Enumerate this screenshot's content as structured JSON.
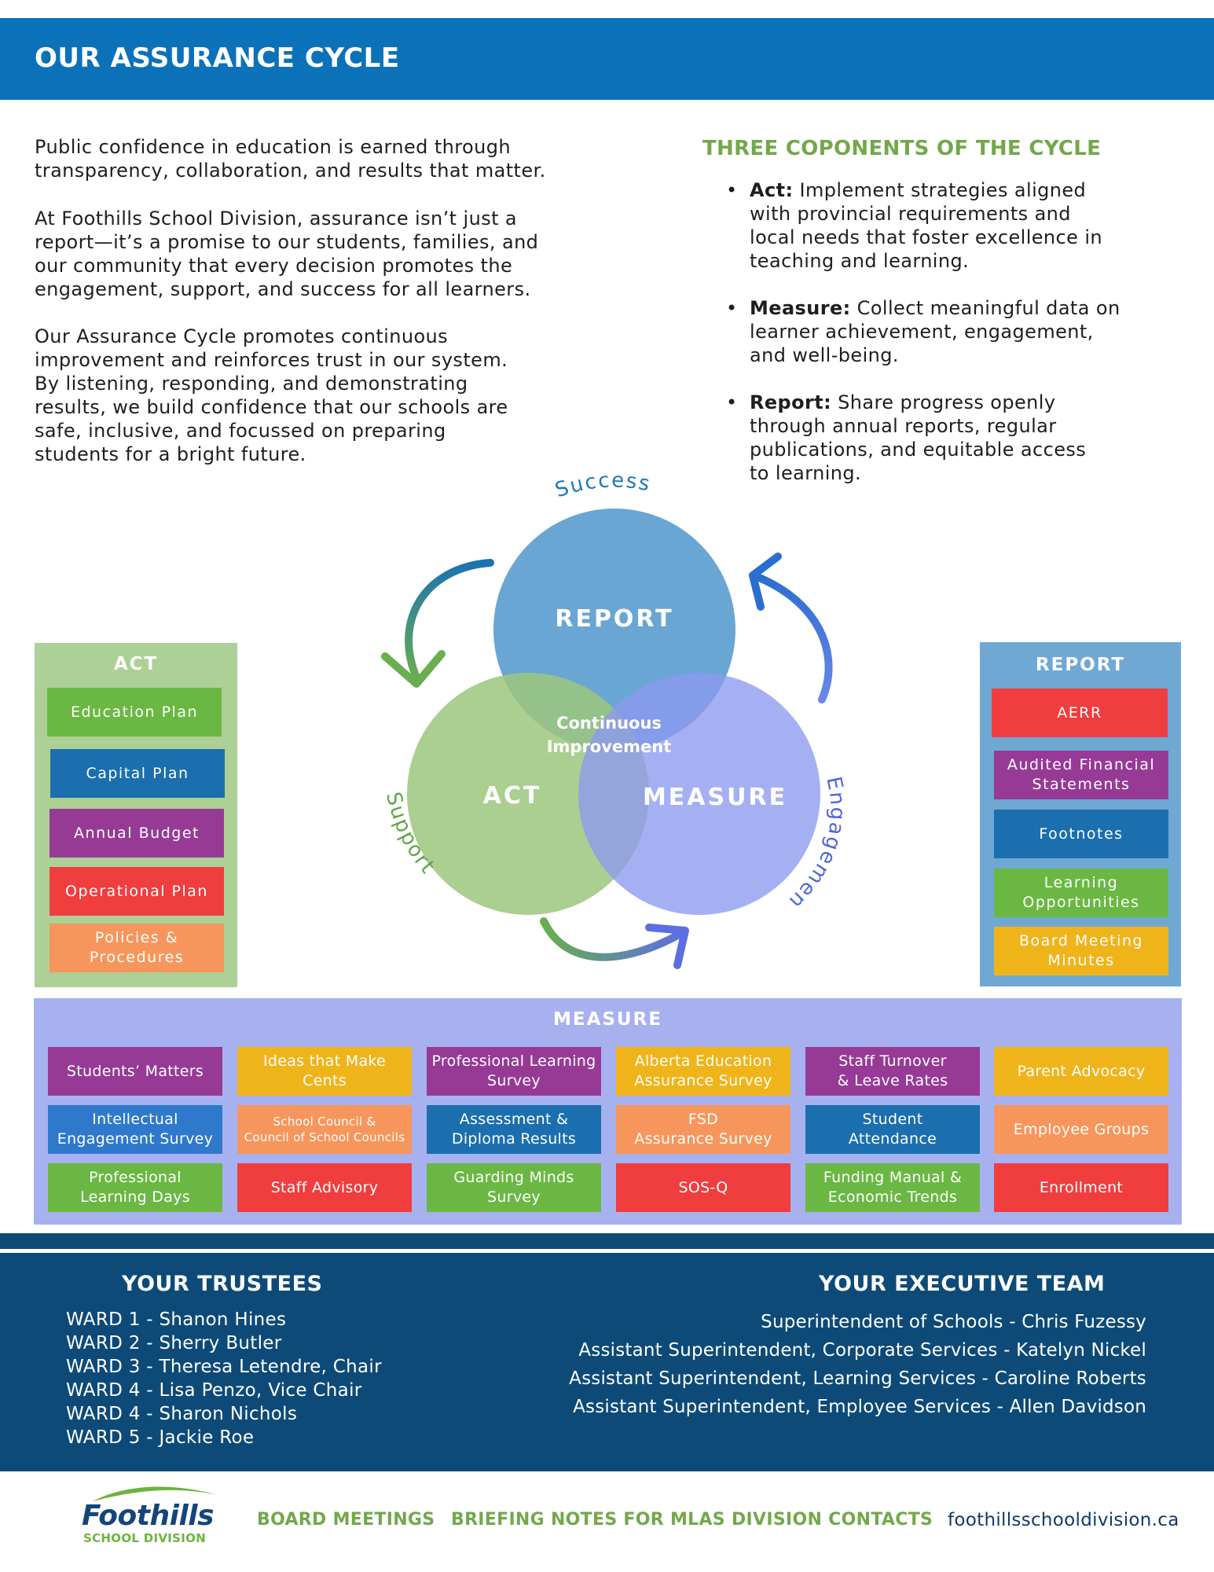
{
  "header": {
    "title": "OUR ASSURANCE CYCLE"
  },
  "intro": {
    "paragraphs": [
      [
        "Public confidence in education is earned through",
        "transparency, collaboration, and results that matter."
      ],
      [
        "At Foothills School Division, assurance isn’t just a",
        "report—it’s a promise to our students, families, and",
        "our community that every decision promotes the",
        "engagement, support, and success for all learners."
      ],
      [
        "Our Assurance Cycle promotes continuous",
        "improvement and reinforces trust in our system.",
        "By listening, responding, and demonstrating",
        "results, we build confidence that our schools are",
        "safe, inclusive, and focussed on preparing",
        "students for a bright future."
      ]
    ]
  },
  "components": {
    "title": "THREE COPONENTS OF THE CYCLE",
    "bullet": "•",
    "items": [
      {
        "term": "Act:",
        "lines": [
          "Implement strategies aligned",
          "with provincial requirements and",
          "local needs that foster excellence in",
          "teaching and learning."
        ]
      },
      {
        "term": "Measure:",
        "lines": [
          "Collect meaningful data on",
          "learner achievement, engagement,",
          "and well-being."
        ]
      },
      {
        "term": "Report:",
        "lines": [
          "Share progress openly",
          "through annual reports, regular",
          "publications, and equitable access",
          "to learning."
        ]
      }
    ]
  },
  "diagram": {
    "success": "Success",
    "support": "Support",
    "engagement": "Engagement",
    "report": "REPORT",
    "act": "ACT",
    "measure": "MEASURE",
    "center_line1": "Continuous",
    "center_line2": "Improvement",
    "colors": {
      "report": "#6aa6d3",
      "act": "#9cc57e",
      "measure": "#8c9af0"
    }
  },
  "act_panel": {
    "title": "ACT",
    "items": [
      {
        "lines": [
          "Education Plan"
        ],
        "color": "green"
      },
      {
        "lines": [
          "Capital Plan"
        ],
        "color": "blue"
      },
      {
        "lines": [
          "Annual Budget"
        ],
        "color": "purple"
      },
      {
        "lines": [
          "Operational Plan"
        ],
        "color": "red"
      },
      {
        "lines": [
          "Policies &",
          "Procedures"
        ],
        "color": "orange"
      }
    ]
  },
  "report_panel": {
    "title": "REPORT",
    "items": [
      {
        "lines": [
          "AERR"
        ],
        "color": "red"
      },
      {
        "lines": [
          "Audited Financial",
          "Statements"
        ],
        "color": "purple"
      },
      {
        "lines": [
          "Footnotes"
        ],
        "color": "blue"
      },
      {
        "lines": [
          "Learning",
          "Opportunities"
        ],
        "color": "green"
      },
      {
        "lines": [
          "Board Meeting",
          "Minutes"
        ],
        "color": "yellow"
      }
    ]
  },
  "measure_panel": {
    "title": "MEASURE",
    "columns": [
      [
        {
          "lines": [
            "Students’ Matters"
          ],
          "color": "purple"
        },
        {
          "lines": [
            "Intellectual",
            "Engagement Survey"
          ],
          "color": "lblue"
        },
        {
          "lines": [
            "Professional",
            "Learning Days"
          ],
          "color": "green"
        }
      ],
      [
        {
          "lines": [
            "Ideas that Make",
            "Cents"
          ],
          "color": "yellow"
        },
        {
          "lines": [
            "School Council &",
            "Council of School Councils"
          ],
          "color": "orange",
          "small": true
        },
        {
          "lines": [
            "Staff Advisory"
          ],
          "color": "red"
        }
      ],
      [
        {
          "lines": [
            "Professional Learning",
            "Survey"
          ],
          "color": "purple"
        },
        {
          "lines": [
            "Assessment &",
            "Diploma Results"
          ],
          "color": "blue"
        },
        {
          "lines": [
            "Guarding Minds",
            "Survey"
          ],
          "color": "green"
        }
      ],
      [
        {
          "lines": [
            "Alberta Education",
            "Assurance Survey"
          ],
          "color": "yellow"
        },
        {
          "lines": [
            "FSD",
            "Assurance Survey"
          ],
          "color": "orange"
        },
        {
          "lines": [
            "SOS-Q"
          ],
          "color": "red"
        }
      ],
      [
        {
          "lines": [
            "Staff Turnover",
            "& Leave Rates"
          ],
          "color": "purple"
        },
        {
          "lines": [
            "Student",
            "Attendance"
          ],
          "color": "blue"
        },
        {
          "lines": [
            "Funding Manual &",
            "Economic Trends"
          ],
          "color": "green"
        }
      ],
      [
        {
          "lines": [
            "Parent Advocacy"
          ],
          "color": "yellow"
        },
        {
          "lines": [
            "Employee Groups"
          ],
          "color": "orange"
        },
        {
          "lines": [
            "Enrollment"
          ],
          "color": "red"
        }
      ]
    ]
  },
  "trustees": {
    "title": "YOUR TRUSTEES",
    "list": [
      "WARD 1 -  Shanon Hines",
      "WARD 2 -  Sherry Butler",
      "WARD 3 - Theresa Letendre, Chair",
      "WARD 4 - Lisa Penzo, Vice Chair",
      "WARD 4 - Sharon Nichols",
      "WARD 5 - Jackie Roe"
    ]
  },
  "executive": {
    "title": "YOUR EXECUTIVE TEAM",
    "list": [
      "Superintendent of Schools - Chris Fuzessy",
      "Assistant Superintendent, Corporate Services - Katelyn Nickel",
      "Assistant Superintendent, Learning Services - Caroline Roberts",
      "Assistant Superintendent, Employee Services - Allen Davidson"
    ]
  },
  "bottom": {
    "logo_name": "Foothills",
    "logo_sub": "SCHOOL DIVISION",
    "links": [
      "BOARD MEETINGS",
      "BRIEFING NOTES FOR MLAS",
      "DIVISION CONTACTS"
    ],
    "website": "foothillsschooldivision.ca"
  }
}
